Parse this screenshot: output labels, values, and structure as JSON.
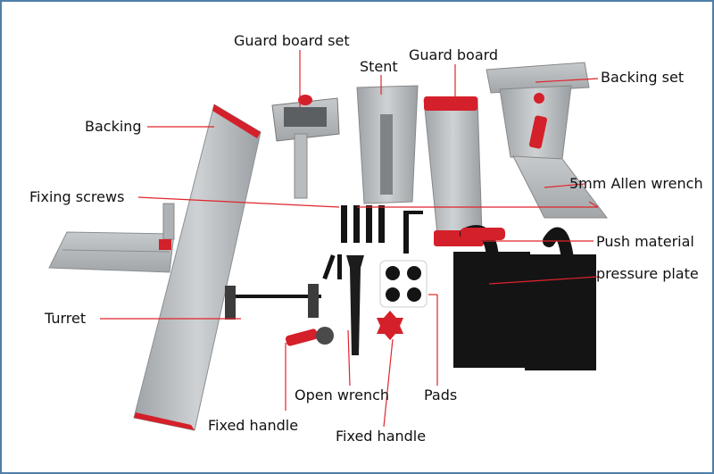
{
  "labels": {
    "guard_board_set": "Guard board set",
    "stent": "Stent",
    "guard_board": "Guard board",
    "backing_set": "Backing set",
    "backing": "Backing",
    "allen_wrench": "5mm Allen wrench",
    "fixing_screws": "Fixing screws",
    "push_material": "Push material",
    "pressure_plate": "pressure plate",
    "turret": "Turret",
    "open_wrench": "Open wrench",
    "pads": "Pads",
    "fixed_handle_1": "Fixed handle",
    "fixed_handle_2": "Fixed handle"
  },
  "colors": {
    "aluminum": "#b4b8bb",
    "aluminum_dark": "#8f9498",
    "accent_red": "#d4202a",
    "black": "#141414",
    "leader_line": "#e0242c",
    "frame": "#4f7fa8"
  }
}
